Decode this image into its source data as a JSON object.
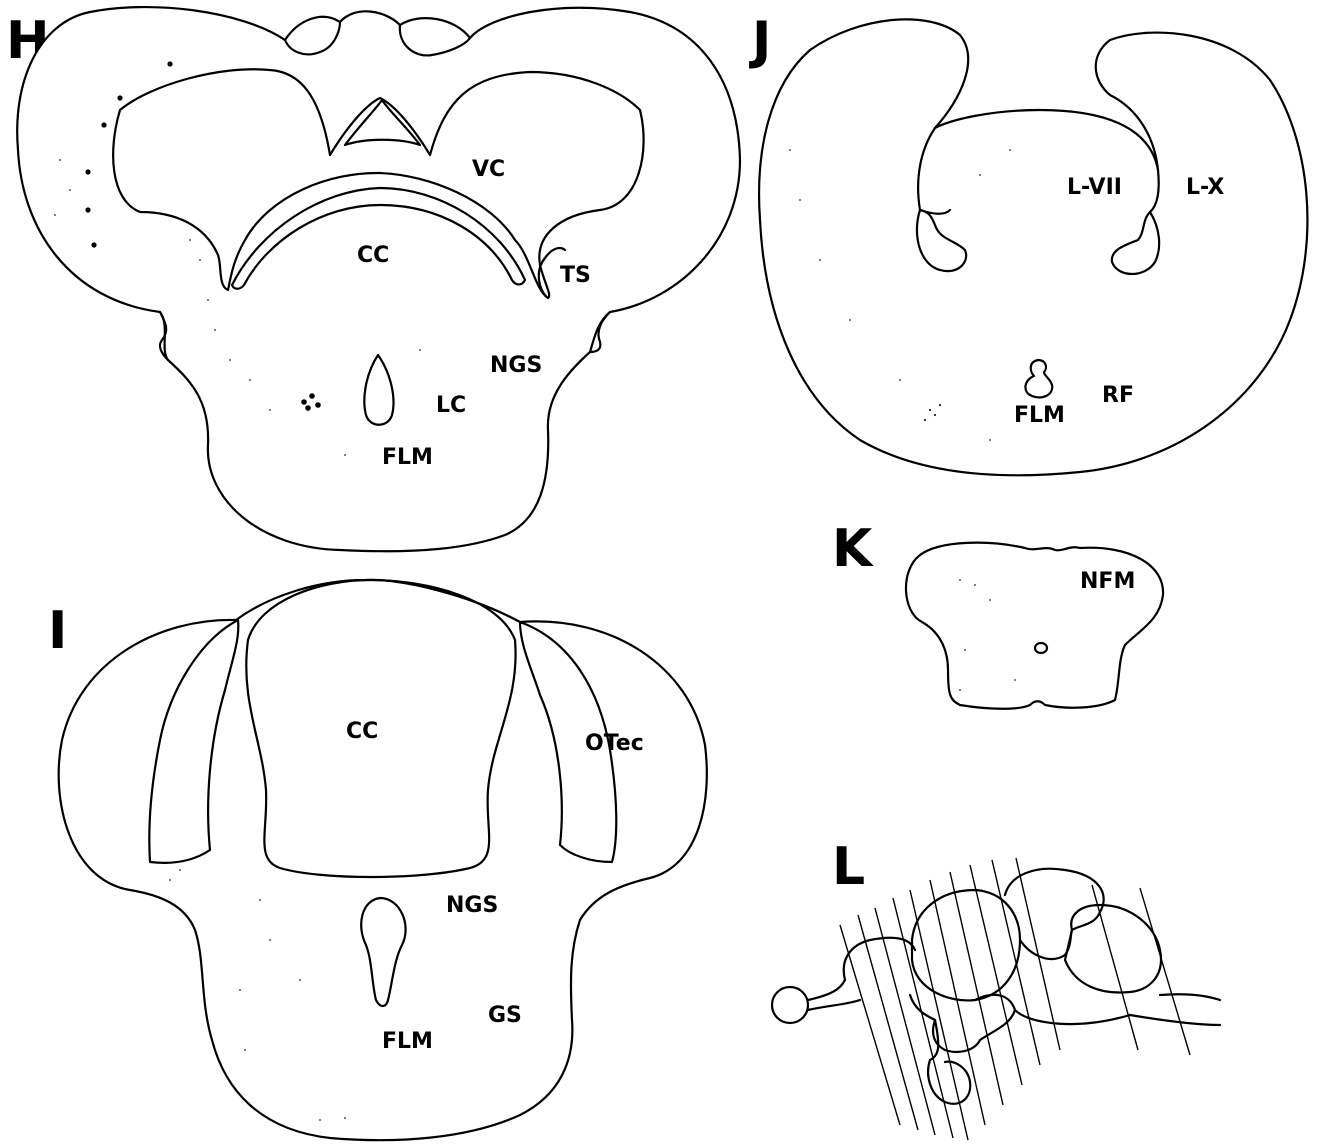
{
  "panels": {
    "H": {
      "letter": "H",
      "labels": {
        "vc": "VC",
        "cc": "CC",
        "ts": "TS",
        "ngs": "NGS",
        "lc": "LC",
        "flm": "FLM"
      }
    },
    "I": {
      "letter": "I",
      "labels": {
        "cc": "CC",
        "otec": "OTec",
        "ngs": "NGS",
        "gs": "GS",
        "flm": "FLM"
      }
    },
    "J": {
      "letter": "J",
      "labels": {
        "lvii": "L-VII",
        "lx": "L-X",
        "flm": "FLM",
        "rf": "RF"
      }
    },
    "K": {
      "letter": "K",
      "labels": {
        "nfm": "NFM"
      }
    },
    "L": {
      "letter": "L"
    }
  },
  "colors": {
    "ink": "#000000",
    "paper": "#ffffff"
  }
}
